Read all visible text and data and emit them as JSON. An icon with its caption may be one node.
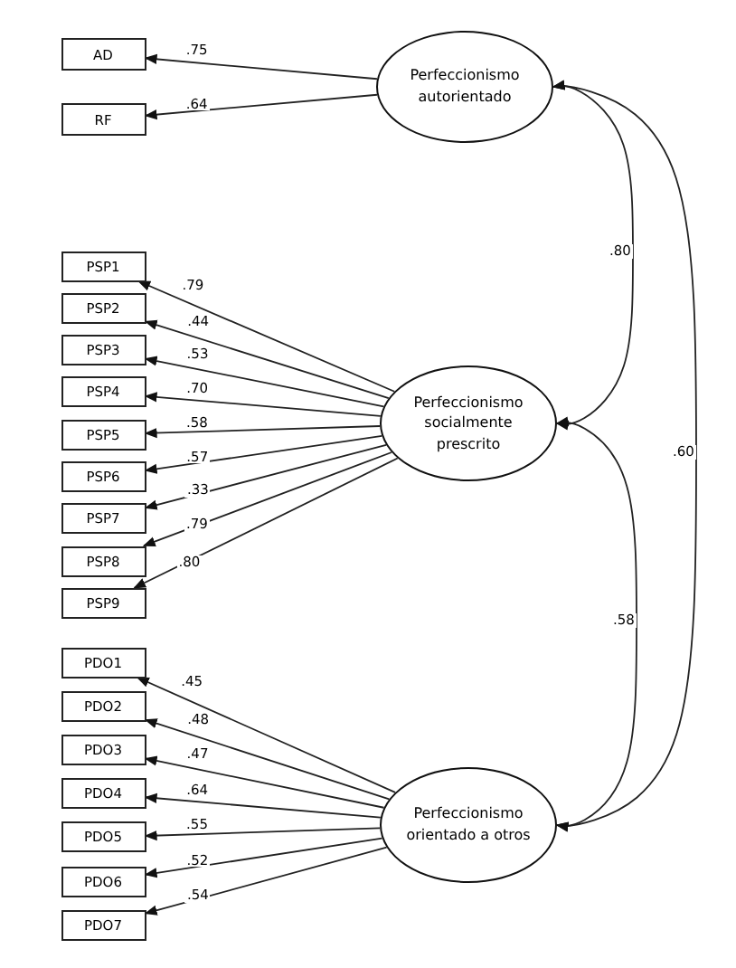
{
  "diagram": {
    "nodes": [
      {
        "text": [
          "AD"
        ]
      },
      {
        "text": [
          "RF"
        ]
      },
      {
        "text": [
          "Perfeccionismo autorientado"
        ]
      },
      {
        "text": [
          "PSP1"
        ]
      },
      {
        "text": [
          "PSP2"
        ]
      },
      {
        "text": [
          "PSP3"
        ]
      },
      {
        "text": [
          "PSP4"
        ]
      },
      {
        "text": [
          "PSP5"
        ]
      },
      {
        "text": [
          "PSP6"
        ]
      },
      {
        "text": [
          "PSP7"
        ]
      },
      {
        "text": [
          "PSP8"
        ]
      },
      {
        "text": [
          "PSP9"
        ]
      },
      {
        "text": [
          "Perfeccionismo socialmente prescrito"
        ]
      },
      {
        "text": [
          "PDO1"
        ]
      },
      {
        "text": [
          "PDO2"
        ]
      },
      {
        "text": [
          "PDO3"
        ]
      },
      {
        "text": [
          "PDO4"
        ]
      },
      {
        "text": [
          "PDO5"
        ]
      },
      {
        "text": [
          "PDO6"
        ]
      },
      {
        "text": [
          "PDO7"
        ]
      },
      {
        "text": [
          "Perfeccionismo orientado a otros"
        ]
      }
    ],
    "edges": [
      {
        "from": 2,
        "to": 0,
        "arrow": "to",
        "label": ".75"
      },
      {
        "from": 2,
        "to": 1,
        "arrow": "to",
        "label": ".64"
      },
      {
        "from": 12,
        "to": 3,
        "arrow": "to",
        "label": ".79"
      },
      {
        "from": 12,
        "to": 4,
        "arrow": "to",
        "label": ".44"
      },
      {
        "from": 12,
        "to": 5,
        "arrow": "to",
        "label": ".53"
      },
      {
        "from": 12,
        "to": 6,
        "arrow": "to",
        "label": ".70"
      },
      {
        "from": 12,
        "to": 7,
        "arrow": "to",
        "label": ".58"
      },
      {
        "from": 12,
        "to": 8,
        "arrow": "to",
        "label": ".57"
      },
      {
        "from": 12,
        "to": 9,
        "arrow": "to",
        "label": ".33"
      },
      {
        "from": 12,
        "to": 10,
        "arrow": "to",
        "label": ".79"
      },
      {
        "from": 12,
        "to": 11,
        "arrow": "to",
        "label": ".80"
      },
      {
        "from": 20,
        "to": 13,
        "arrow": "to",
        "label": ".45"
      },
      {
        "from": 20,
        "to": 14,
        "arrow": "to",
        "label": ".48"
      },
      {
        "from": 20,
        "to": 15,
        "arrow": "to",
        "label": ".47"
      },
      {
        "from": 20,
        "to": 16,
        "arrow": "to",
        "label": ".64"
      },
      {
        "from": 20,
        "to": 17,
        "arrow": "to",
        "label": ".55"
      },
      {
        "from": 20,
        "to": 18,
        "arrow": "to",
        "label": ".52"
      },
      {
        "from": 20,
        "to": 19,
        "arrow": "to",
        "label": ".54"
      },
      {
        "from": 2,
        "to": 12,
        "arrow": "both",
        "label": ".80"
      },
      {
        "from": 2,
        "to": 20,
        "arrow": "both",
        "label": ".60"
      },
      {
        "from": 12,
        "to": 20,
        "arrow": "both",
        "label": ".58"
      }
    ]
  }
}
